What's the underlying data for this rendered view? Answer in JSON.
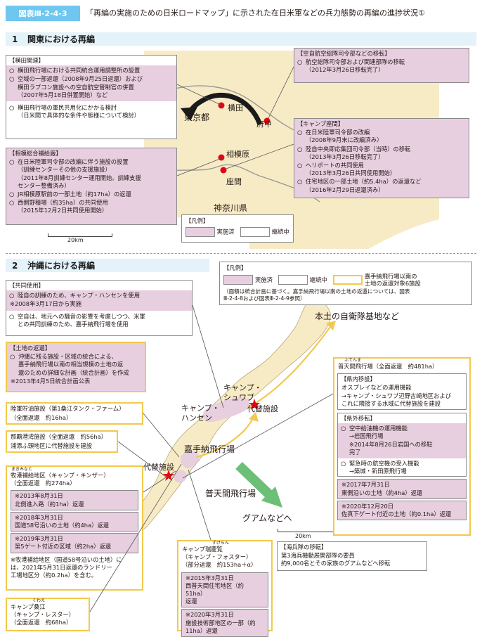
{
  "header": {
    "tag": "図表Ⅲ-2-4-3",
    "title": "「再編の実施のための日米ロードマップ」に示された在日米軍などの兵力態勢の再編の進捗状況①"
  },
  "section1": {
    "num": "1",
    "title": "関東における再編",
    "yokota_box": {
      "title": "【横田関連】",
      "items": [
        {
          "mark": "○",
          "text": "横田飛行場における共同統合運用調整所の設置"
        },
        {
          "mark": "○",
          "text": "空域の一部返還（2008年9月25日返還）および\n横田ラプコン施設への空自航空管制官の併置\n（2007年5月18日併置開始）など"
        },
        {
          "mark": "○",
          "text": "横田飛行場の軍民共用化にかかる検討\n（日米間で具体的な条件や態様について検討）"
        }
      ]
    },
    "sagami_box": {
      "title": "【相模総合補給廠】",
      "items": [
        {
          "mark": "○",
          "text": "在日米陸軍司令部の改編に伴う施設の設置\n（訓練センターその他の支援施設）\n（2011年8月訓練センター運用開始。訓練支援\nセンター整備済み）"
        },
        {
          "mark": "○",
          "text": "JR相模原駅前の一部土地（約17ha）の返還"
        },
        {
          "mark": "○",
          "text": "西側野積場（約35ha）の共同使用\n（2015年12月2日共同使用開始）"
        }
      ]
    },
    "airdefense_box": {
      "title": "【空自航空総隊司令部などの移転】",
      "items": [
        {
          "mark": "○",
          "text": "航空総隊司令部および関連部隊の移転\n（2012年3月26日移転完了）"
        }
      ]
    },
    "zama_box": {
      "title": "【キャンプ座間】",
      "items": [
        {
          "mark": "○",
          "text": "在日米陸軍司令部の改編\n（2008年9月末に改編済み）"
        },
        {
          "mark": "○",
          "text": "陸自中央即応集団司令部（当時）の移転\n（2013年3月26日移転完了）"
        },
        {
          "mark": "○",
          "text": "ヘリポートの共同使用\n（2013年3月26日共同使用開始）"
        },
        {
          "mark": "○",
          "text": "住宅地区の一部土地（約5.4ha）の返還など\n（2016年2月29日返還済み）"
        }
      ]
    },
    "map_labels": {
      "tokyo": "東京都",
      "yokota": "横田",
      "fuchu": "府中",
      "sagamihara": "相模原",
      "zama": "座間",
      "kanagawa": "神奈川県",
      "scale": "20km"
    },
    "legend": {
      "title": "【凡例】",
      "done": "実施済",
      "ongoing": "継続中"
    }
  },
  "section2": {
    "num": "2",
    "title": "沖縄における再編",
    "legend": {
      "title": "【凡例】",
      "done": "実施済",
      "ongoing": "継続中",
      "target": "嘉手納飛行場以南の\n土地の返還対象6施設",
      "note": "（面積は統合計画に基づく。嘉手納飛行場以南の土地の返還については、図表\nⅢ-2-4-8および図表Ⅲ-2-4-9参照）"
    },
    "joint_use_box": {
      "title": "【共同使用】",
      "item1": "陸自の訓練のため、キャンプ・ハンセンを使用",
      "note1": "※2008年3月17日から実施",
      "item2": "空自は、地元への騒音の影響を考慮しつつ、米軍\nとの共同訓練のため、嘉手納飛行場を使用"
    },
    "land_return_box": {
      "title": "【土地の返還】",
      "item": "沖縄に残る施設・区域の統合による、\n嘉手納飛行場以南の相当規模の土地の返\n還のための詳細な計画（統合計画）を作成",
      "note": "※2013年4月5日統合計画公表"
    },
    "kuwae_tank": {
      "title": "陸軍貯油施設（第1桑江タンク・ファーム）",
      "sub": "（全面返還　約16ha）"
    },
    "naha_port": {
      "title": "那覇港湾施設（全面返還　約56ha）",
      "sub": "浦添ふ頭地区に代替施設を建設"
    },
    "kinser": {
      "ruby": "まきみなと",
      "title": "牧港補給地区（キャンプ・キンザー）\n（全面返還　約274ha）",
      "r1": "※2013年8月31日\n北側進入路（約1ha）返還",
      "r2": "※2018年3月31日\n国道58号沿いの土地（約4ha）返還",
      "r3": "※2019年3月31日\n第5ゲート付近の区域（約2ha）返還",
      "note": "※牧港補給地区（国道58号沿いの土地）に\nは、2021年5月31日返還のランドリー\n工場地区分（約0.2ha）を含む。"
    },
    "lester": {
      "ruby": "くわえ",
      "title": "キャンプ桑江\n（キャンプ・レスター）\n（全面返還　約68ha）"
    },
    "foster": {
      "ruby": "ずけらん",
      "title": "キャンプ瑞慶覧\n（キャンプ・フォスター）\n（部分返還　約153ha＋α）",
      "r1": "※2015年3月31日\n西普天間住宅地区（約51ha）\n返還",
      "r2": "※2020年3月31日\n施設技術部地区の一部（約\n11ha）返還"
    },
    "futenma": {
      "ruby": "ふてんま",
      "title": "普天間飛行場（全面返還　約481ha）",
      "in_pref_title": "【県内移設】",
      "in_pref_text": "オスプレイなどの運用機能\n→キャンプ・シュワブ辺野古崎地区および\nこれに隣接する水域に代替施設を建設",
      "out_pref_title": "【県外移転】",
      "out_pref_items": [
        {
          "mark": "○",
          "text": "空中給油機の運用機能\n→岩国飛行場\n※2014年8月26日岩国への移駐\n完了"
        },
        {
          "mark": "○",
          "text": "緊急時の航空機の受入機能\n→築城・新田原飛行場"
        }
      ],
      "r1": "※2017年7月31日\n東側沿いの土地（約4ha）返還",
      "r2": "※2020年12月20日\n佐真下ゲート付近の土地（約0.1ha）返還"
    },
    "marines": {
      "title": "【海兵隊の移転】",
      "text": "第3海兵機動展開部隊の要員\n約9,000名とその家族のグアムなどへ移転"
    },
    "map_labels": {
      "mainland": "本土の自衛隊基地など",
      "schwab": "キャンプ・\nシュワブ",
      "hansen": "キャンプ・\nハンセン",
      "alt_north": "代替施設",
      "kadena": "嘉手納飛行場",
      "alt_south": "代替施設",
      "futenma": "普天間飛行場",
      "guam": "グアムなどへ",
      "scale": "20km"
    }
  },
  "colors": {
    "header_blue": "#6fc7ef",
    "section_bg": "#e4f2f9",
    "pink": "#e7cfe0",
    "map_land": "#f7ebc6",
    "yellow": "#f2c94c",
    "red": "#e60012",
    "green_arrow": "#6cbf77"
  }
}
